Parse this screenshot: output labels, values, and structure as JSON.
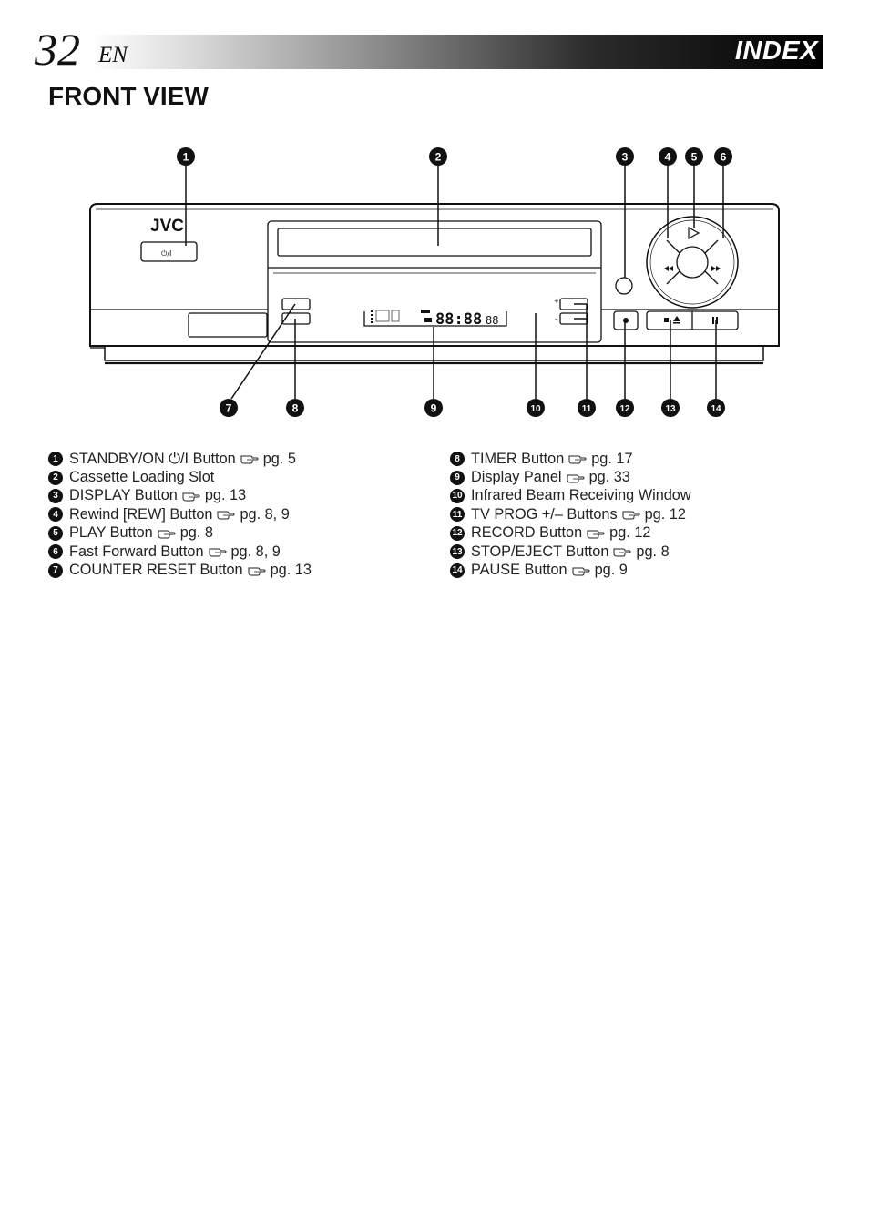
{
  "header": {
    "page_number": "32",
    "language": "EN",
    "section": "INDEX"
  },
  "title": "FRONT VIEW",
  "device": {
    "brand": "JVC",
    "standby_symbol": "⏻/I",
    "display_digits": "88:88",
    "display_small": "88",
    "prog_plus": "+",
    "prog_minus": "–"
  },
  "callouts": [
    "1",
    "2",
    "3",
    "4",
    "5",
    "6",
    "7",
    "8",
    "9",
    "10",
    "11",
    "12",
    "13",
    "14"
  ],
  "legend": {
    "left": [
      {
        "num": "1",
        "text": "STANDBY/ON ⏻/I Button",
        "ref": "pg. 5"
      },
      {
        "num": "2",
        "text": "Cassette Loading Slot",
        "ref": ""
      },
      {
        "num": "3",
        "text": "DISPLAY Button",
        "ref": "pg. 13"
      },
      {
        "num": "4",
        "text": "Rewind [REW] Button",
        "ref": "pg. 8, 9"
      },
      {
        "num": "5",
        "text": "PLAY Button",
        "ref": "pg. 8"
      },
      {
        "num": "6",
        "text": "Fast Forward Button",
        "ref": "pg. 8, 9"
      },
      {
        "num": "7",
        "text": "COUNTER RESET Button",
        "ref": "pg. 13"
      }
    ],
    "right": [
      {
        "num": "8",
        "text": "TIMER Button",
        "ref": "pg. 17"
      },
      {
        "num": "9",
        "text": "Display Panel",
        "ref": "pg. 33"
      },
      {
        "num": "10",
        "text": "Infrared Beam Receiving Window",
        "ref": ""
      },
      {
        "num": "11",
        "text": "TV PROG +/– Buttons",
        "ref": "pg. 12"
      },
      {
        "num": "12",
        "text": "RECORD Button",
        "ref": "pg. 12"
      },
      {
        "num": "13",
        "text": "STOP/EJECT Button",
        "ref": "pg. 8"
      },
      {
        "num": "14",
        "text": "PAUSE Button",
        "ref": "pg. 9"
      }
    ]
  }
}
